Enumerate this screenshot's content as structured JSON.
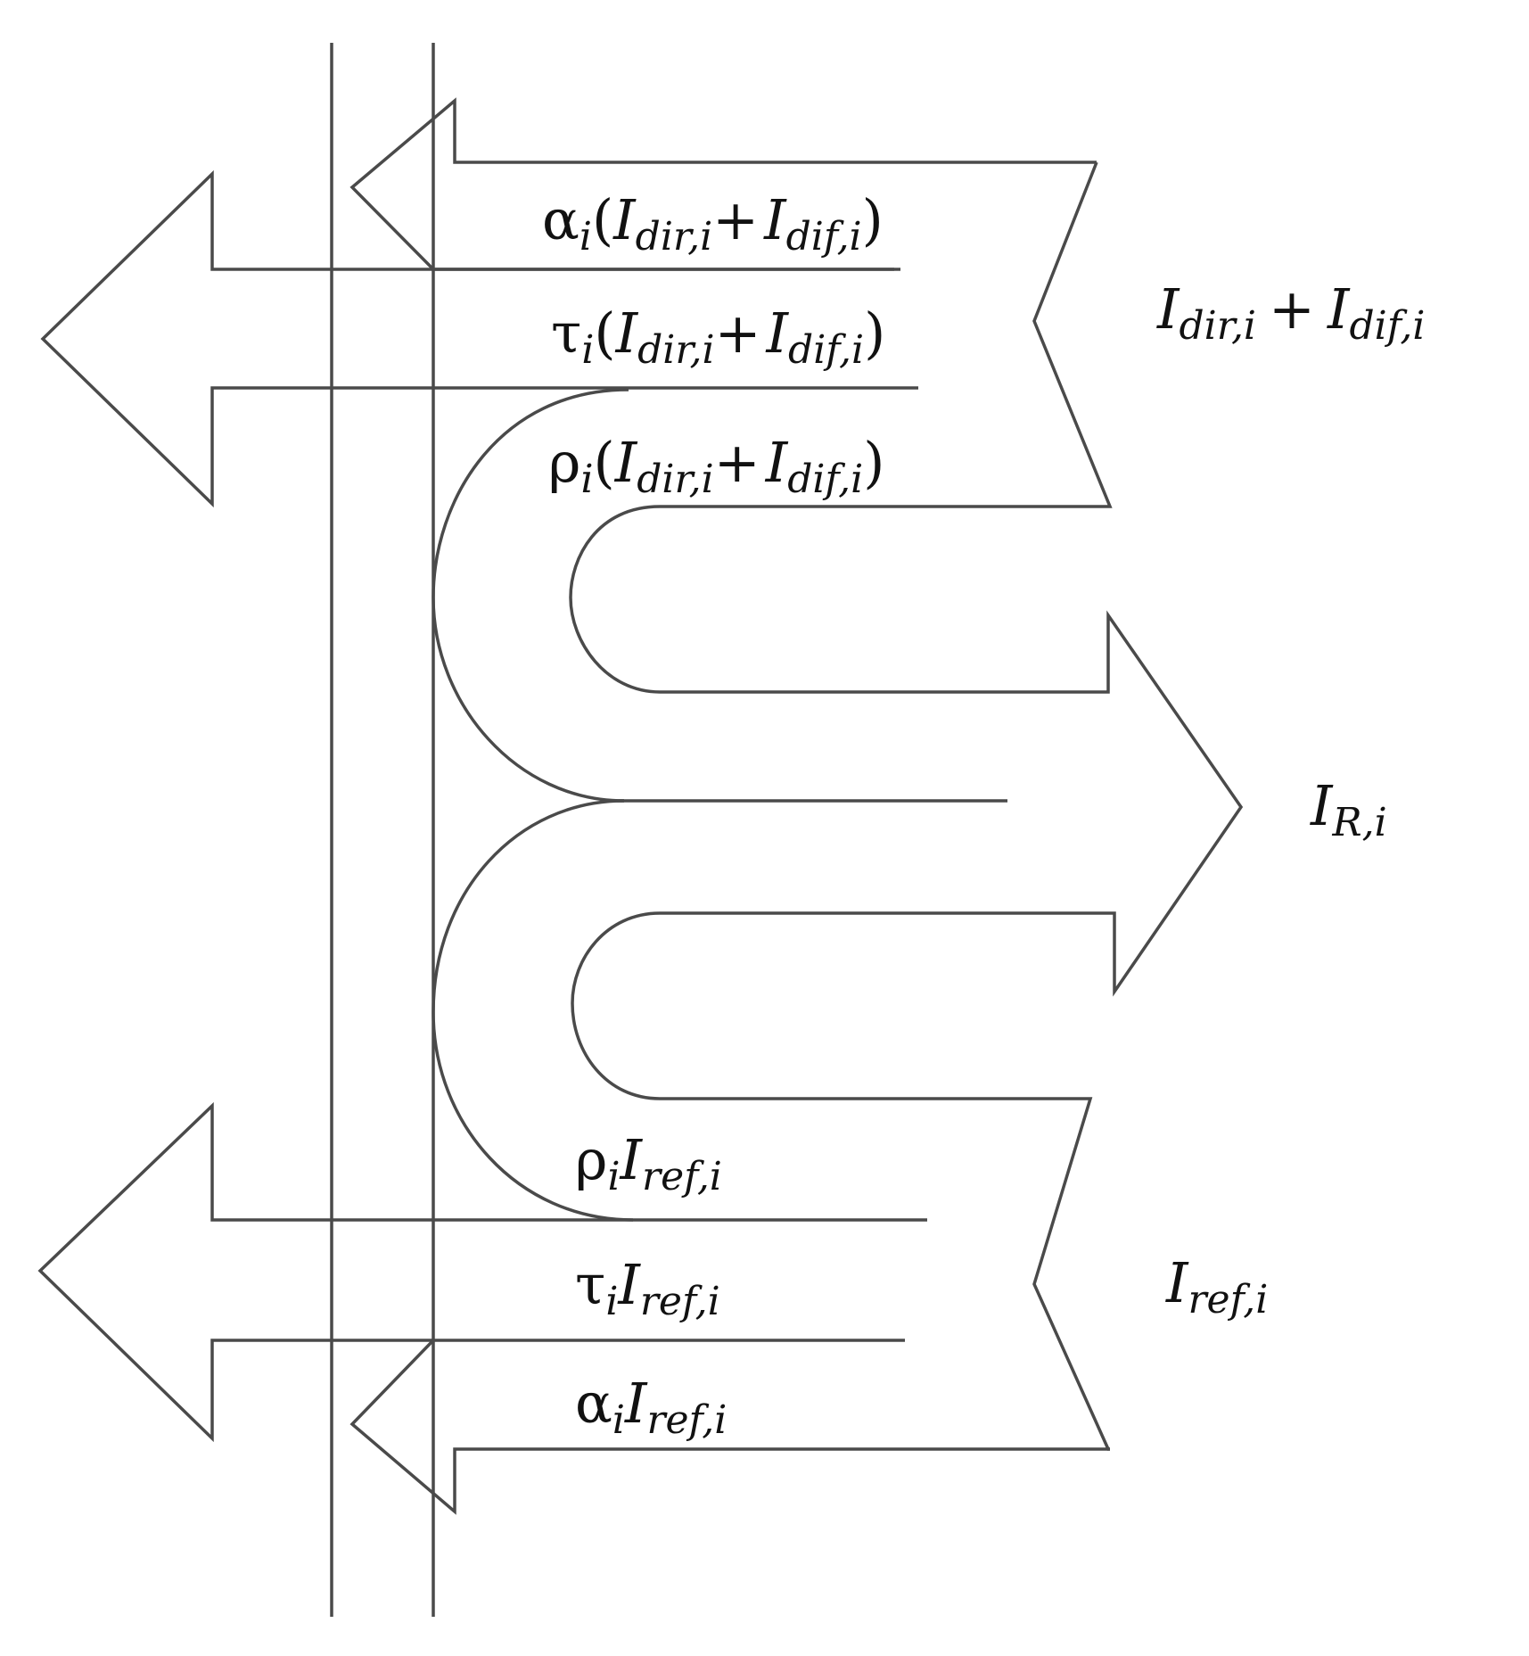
{
  "colors": {
    "line": "#4a4a4a",
    "text": "#111111",
    "background": "#ffffff"
  },
  "labels": {
    "alpha_incident": {
      "coef": "α",
      "coef_sub": "i",
      "open": "(",
      "a": "I",
      "a_sub": "dir,i",
      "plus": "+",
      "b": "I",
      "b_sub": "dif,i",
      "close": ")"
    },
    "tau_incident": {
      "coef": "τ",
      "coef_sub": "i",
      "open": "(",
      "a": "I",
      "a_sub": "dir,i",
      "plus": "+",
      "b": "I",
      "b_sub": "dif,i",
      "close": ")"
    },
    "rho_incident": {
      "coef": "ρ",
      "coef_sub": "i",
      "open": "(",
      "a": "I",
      "a_sub": "dir,i",
      "plus": "+",
      "b": "I",
      "b_sub": "dif,i",
      "close": ")"
    },
    "incident_total": {
      "a": "I",
      "a_sub": "dir,i",
      "plus": "+",
      "b": "I",
      "b_sub": "dif,i"
    },
    "reflected_out": {
      "a": "I",
      "a_sub": "R,i"
    },
    "rho_ref": {
      "coef": "ρ",
      "coef_sub": "i",
      "a": "I",
      "a_sub": "ref,i"
    },
    "tau_ref": {
      "coef": "τ",
      "coef_sub": "i",
      "a": "I",
      "a_sub": "ref,i"
    },
    "alpha_ref": {
      "coef": "α",
      "coef_sub": "i",
      "a": "I",
      "a_sub": "ref,i"
    },
    "incident_ref": {
      "a": "I",
      "a_sub": "ref,i"
    }
  }
}
